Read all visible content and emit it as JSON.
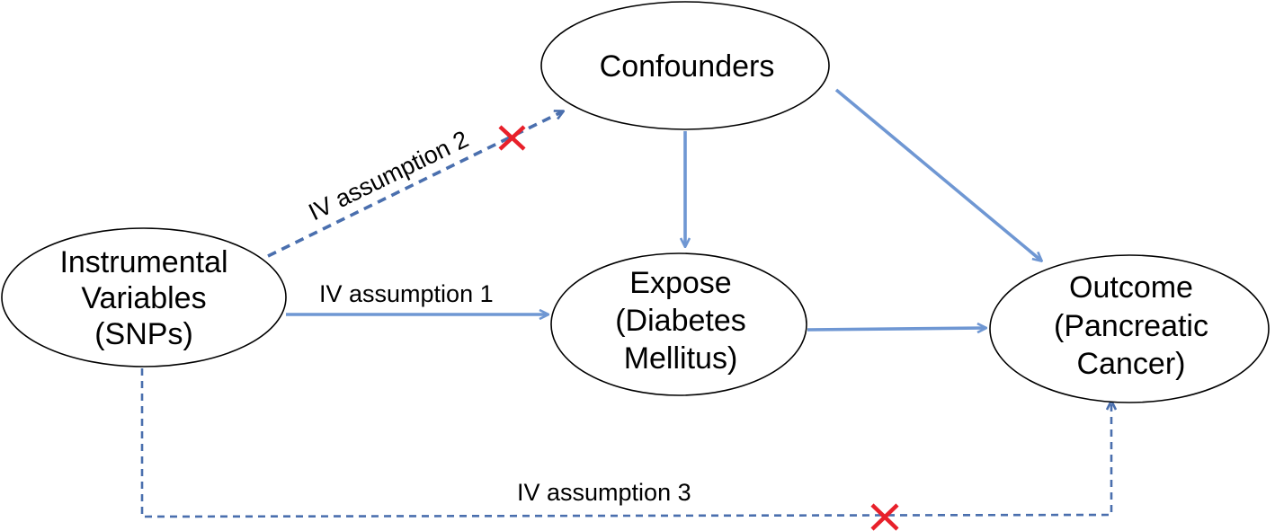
{
  "nodes": {
    "instrumental": {
      "lines": [
        "Instrumental",
        "Variables",
        "(SNPs)"
      ]
    },
    "confounders": {
      "lines": [
        "Confounders"
      ]
    },
    "exposure": {
      "lines": [
        "Expose",
        "(Diabetes",
        "Mellitus)"
      ]
    },
    "outcome": {
      "lines": [
        "Outcome",
        "(Pancreatic",
        "Cancer)"
      ]
    }
  },
  "edges": {
    "iv_assumption_1": {
      "label": "IV assumption 1",
      "style": "solid"
    },
    "iv_assumption_2": {
      "label": "IV assumption 2",
      "style": "dashed",
      "blocked": true
    },
    "iv_assumption_3": {
      "label": "IV assumption 3",
      "style": "dashed",
      "blocked": true
    },
    "confounders_to_exposure": {
      "style": "solid"
    },
    "confounders_to_outcome": {
      "style": "solid"
    },
    "exposure_to_outcome": {
      "style": "solid"
    }
  },
  "colors": {
    "solid_arrow": "#6f97d3",
    "dashed_arrow": "#4a6fae",
    "cross": "#e8202a",
    "node_border": "#000000"
  }
}
